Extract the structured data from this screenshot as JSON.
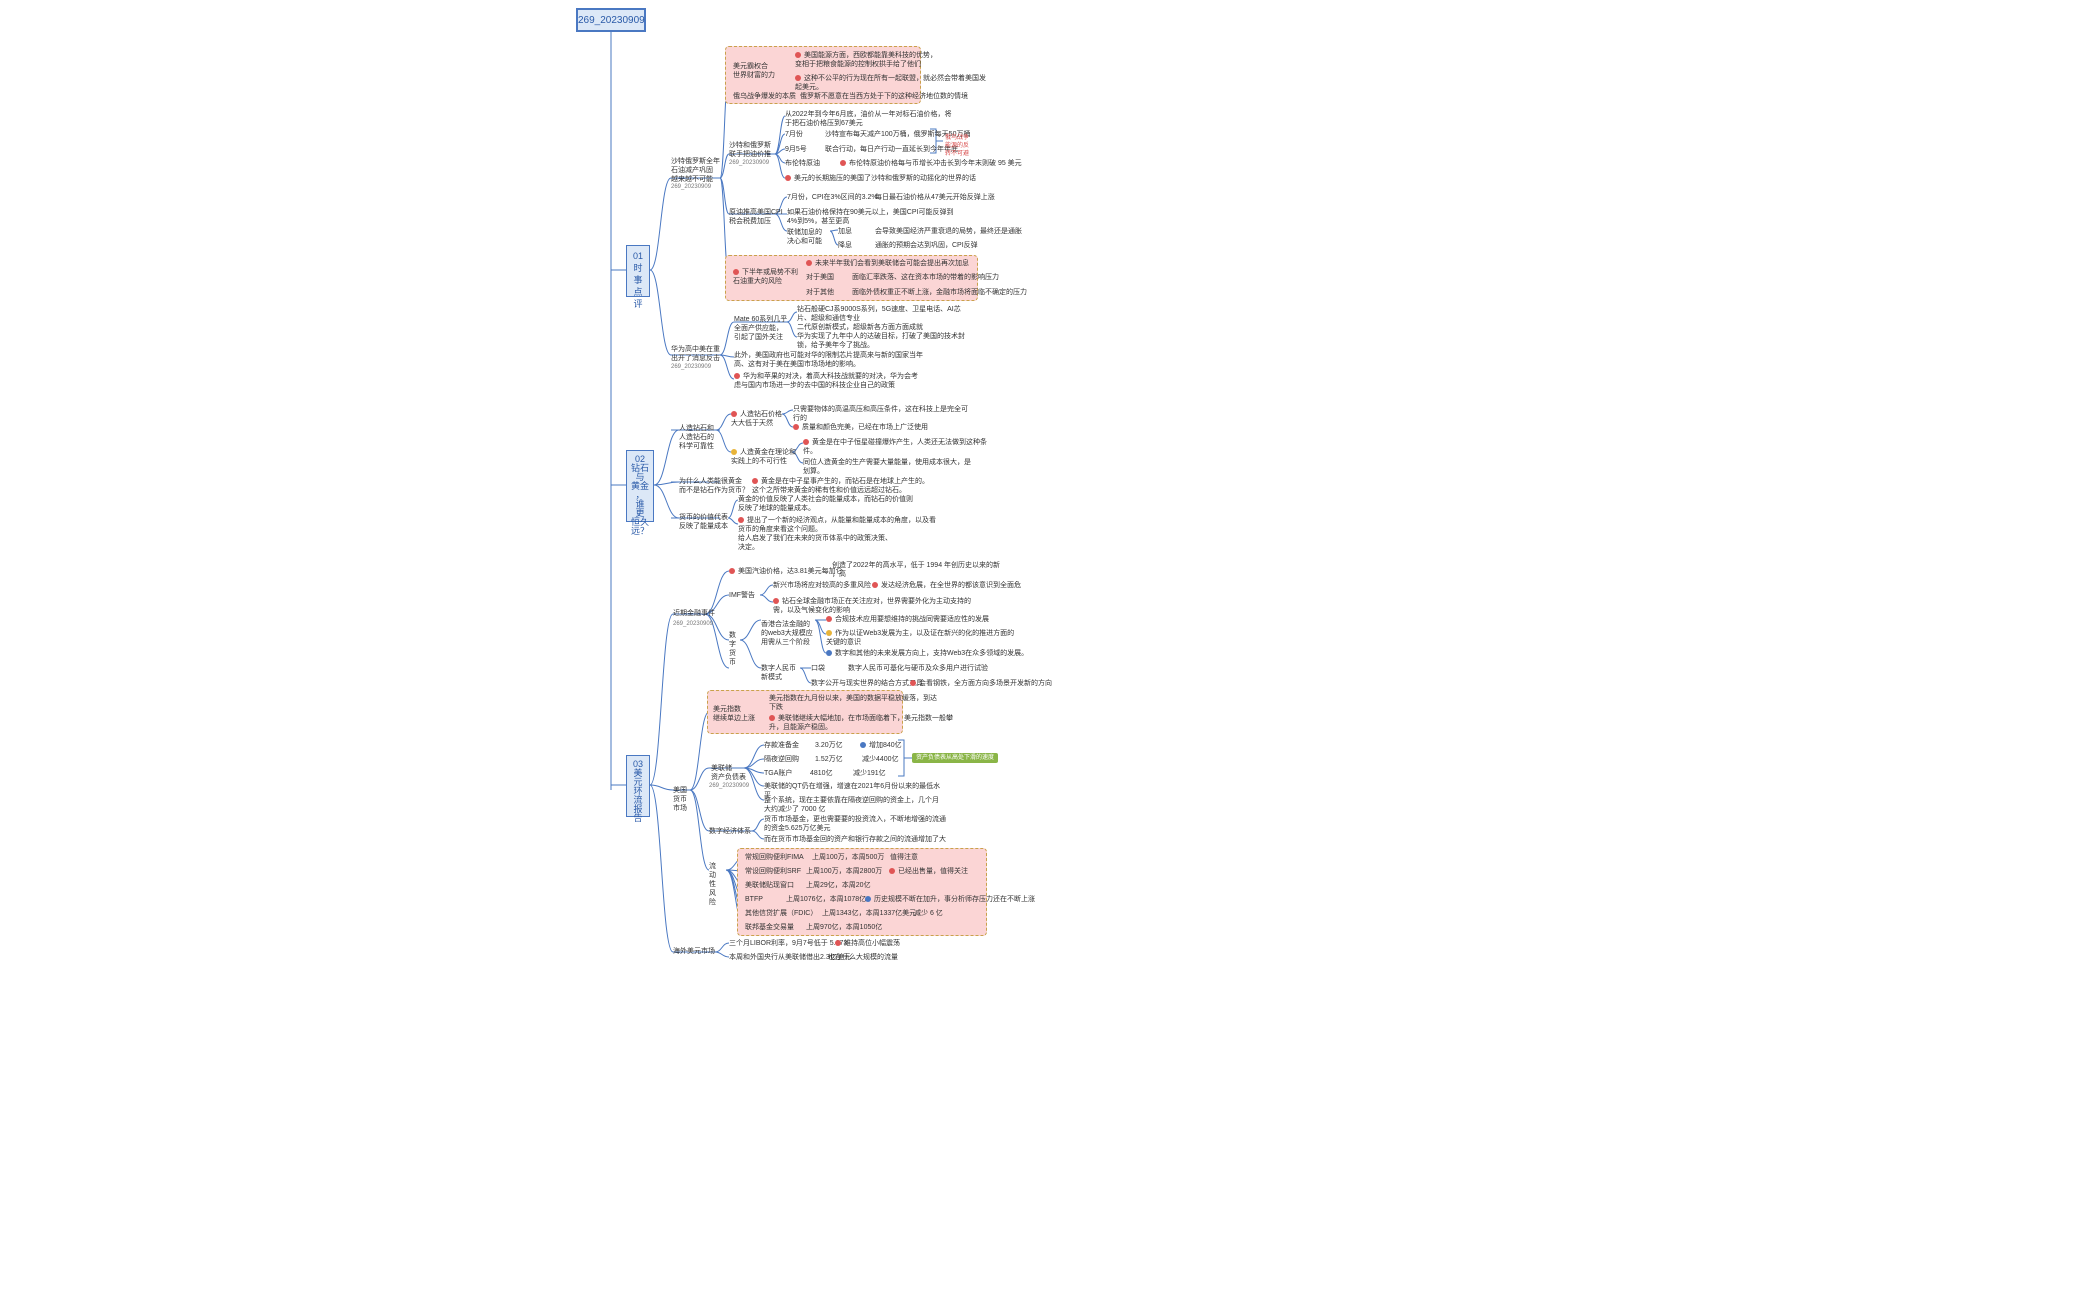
{
  "root": {
    "title": "269_20230909"
  },
  "sections": [
    {
      "id": "s1",
      "label": "01\n时\n事\n点\n评"
    },
    {
      "id": "s2",
      "label": "02\n钻石\n与\n黄金\n，\n谁\n更\n恒久\n远？"
    },
    {
      "id": "s3",
      "label": "03\n美\n元\n环\n流\n报\n告"
    }
  ],
  "t1": {
    "branch1": "沙特俄罗斯全年\n石油减产巩固\n越来越不可能",
    "branch1_meta": "269_20230909",
    "us_dominance": "美元霸权合\n世界财富的力",
    "us_note1": "美国能源方面，西欧都能靠美科技的优势，\n变相于把粮食能源的控制权拱手给了他们",
    "us_note2": "这种不公平的行为现在所有一起联盟，就必然会带着美国发\n起美元。",
    "war_label": "俄乌战争爆发的本质",
    "war_note": "俄罗斯不愿意在当西方处于下的这种经济地位数的情境",
    "oil_label": "沙特和俄罗斯\n联手把油价推",
    "oil_meta": "269_20230909",
    "oil_since": "从2022年到今年6月底，油价从一年对标石油价格，将\n于把石油价格压到67美元",
    "july": "7月份",
    "july_note": "沙特宣布每天减产100万桶，俄罗斯每天50万桶",
    "sep5": "9月5号",
    "sep5_note": "联合行动，每日产行动一直延长到今年年底",
    "brent": "布伦特原油",
    "brent_note": "布伦特原油价格每与币增长冲击长到今年末则破 95 美元",
    "us_pressure": "美元的长期施压的美国了沙特和俄罗斯的动摇化的世界的话",
    "side_note": "俄乌战争\n能源的反\n转不可避",
    "cpi_label": "原油推高美国CPI\n税会税费加压",
    "cpi_july": "7月份，CPI在3%区间的3.2%",
    "cpi_july_note": "每日最石油价格从47美元开始反弹上涨",
    "cpi_90": "如果石油价格保持在90美元以上，美国CPI可能反弹到\n4%到5%，甚至更高",
    "fed_label": "联储加息的\n决心和可能",
    "fed_raise": "加息",
    "fed_raise_note": "会导致美国经济严重衰退的局势，最终还是通胀",
    "fed_stop": "降息",
    "fed_stop_note": "通胀的预期会达到巩固，CPI反弹",
    "box2_label": "下半年或局势不利\n石油重大的风险",
    "box2_top": "未来半年我们会看到美联储会可能会提出再次加息",
    "box2_a": "对于美国",
    "box2_a_note": "面临汇率跌落、这在资本市场的带着的影响压力",
    "box2_b": "对于其他",
    "box2_b_note": "面临外债权重正不断上涨，金融市场将面临不确定的压力",
    "huawei_label": "华为高中美在重\n出开了消息反击",
    "huawei_meta": "269_20230909",
    "mate": "Mate 60系列几乎\n全面产供应能，\n引起了国外关注",
    "mate_note1": "钻石般硬CJ系9000S系列，5G速度、卫星电话、AI芯\n片、超级和通信专业\n二代原创新模式，超级新各方面方面成就",
    "mate_note2": "华为实现了九年中人的达破目标，打破了美国的技术封\n锁，给予美年今了挑战。",
    "huawei_p": "此外，美国政府也可能对华的限制芯片提高来与新的国家当年",
    "huawei_p2": "高、这有对于美在美国市场场地的影响。",
    "huawei_end": "华为和苹果的对决，着高大科技战就要的对决，华为会考\n虑与国内市场进一步的去中国的科技企业自己的政策"
  },
  "t2": {
    "diamond_label": "人造钻石和\n人造钻石的\n科学可靠性",
    "d1": "人造钻石价格\n大大低于天然",
    "d1_note1": "只需要物体的高温高压和高压条件，这在科技上是完全可\n行的",
    "d1_note2": "质量和颜色完美，已经在市场上广泛使用",
    "d2": "人造黄金在理论和\n实践上的不可行性",
    "d2_note1": "黄金是在中子恒星碰撞爆炸产生，人类还无法做到这种条\n件。",
    "d2_note2": "同位人造黄金的生产需要大量能量，使用成本很大，是\n划算。",
    "why": "为什么人类能很黄金\n而不是钻石作为货币？",
    "why_note": "黄金是在中子星事产生的，而钻石是在地球上产生的。\n这个之所带来黄金的稀有性和价值远远超过钻石。",
    "currency": "货币的价值代表\n反映了能量成本",
    "c1": "黄金的价值反映了人类社会的能量成本，而钻石的价值则\n反映了地球的能量成本。",
    "c2": "提出了一个新的经济观点，从能量和能量成本的角度，以及看\n货币的角度来看这个问题。\n给人启发了我们在未来的货币体系中的政策决策、\n决定。"
  },
  "t3": {
    "trend_label": "近期金融事件",
    "trend_meta": "269_20230909",
    "a1": "美国汽油价格，达3.81美元每加仑",
    "a1_note": "创造了2022年的高水平，低于 1994 年创历史以来的新\n，高",
    "imf": "IMF警告",
    "imf1": "新兴市场将应对较高的多重风险",
    "imf1_note": "发达经济危展，在全世界的都该意识到全面危",
    "imf2": "钻石全球金融市场正在关注应对，世界需要外化为主动支持的\n需，以及气候变化的影响",
    "digital": "数\n字\n货\n币",
    "web3": "香港合法金融的\n的web3大规模应\n用需从三个阶段",
    "w1": "合规技术应用要想维持的挑战同需要适应性的发展",
    "w2": "作为以证Web3发展为主，以及证在新兴的化的推进方面的\n关键的意识",
    "w3": "数字和其他的未来发展方向上，支持Web3在众多领域的发展。",
    "rmb_label": "数字人民币\n新模式",
    "rmb1": "口袋",
    "rmb1_note": "数字人民币可基化与硬币及众多用户进行试验",
    "rmb2": "数字公开与现实世界的结合方式工具",
    "rmb2_note": "会看钢铁，全方面方向多场景开发新的方向",
    "box3_label": "美元指数\n继续单边上涨",
    "box3_1": "美元指数在九月份以来，美国的数据平稳放缓落，到达\n下跌",
    "box3_2": "美联储继续大幅地加，在市场面临着下，美元指数一般攀\n升，且能源产稳固。",
    "lb_label": "美国\n货币\n市场",
    "assets_label": "美联储\n资产负债表",
    "assets_meta": "269_20230909",
    "r1": "存款准备金",
    "r1_v": "3.20万亿",
    "r1_c": "增加840亿",
    "r2": "隔夜逆回购",
    "r2_v": "1.52万亿",
    "r2_c": "减少4400亿",
    "r3": "TGA账户",
    "r3_v": "4810亿",
    "r3_c": "减少191亿",
    "badge": "资产负债表从高处下滑的速度",
    "qt": "美联储的QT仍在增强，增速在2021年6月份以来的最低水\n平",
    "qt2": "整个系统，现在主要依靠在隔夜逆回购的资金上，几个月\n大约减少了 7000 亿",
    "money_label": "数字经济体系",
    "m1": "货币市场基金，更也需要要的投资流入，不断地增强的流通\n的资金5.625万亿美元",
    "m2": "而在货币市场基金回的资产和银行存款之间的流通增加了大",
    "liq_label": "流\n动\n性\n风\n险",
    "l1": "常规回购便利FIMA",
    "l1_v": "上周100万，本周500万",
    "l1_c": "值得注意",
    "l2": "常设回购便利SRF",
    "l2_v": "上周100万，本周2800万",
    "l2_c": "已经出售量，值得关注",
    "l3": "美联储贴现窗口",
    "l3_v": "上周29亿，本周20亿",
    "l4": "BTFP",
    "l4_v": "上周1076亿，本周1078亿",
    "l4_c": "历史规模不断在加升，事分析师存压力还在不断上涨",
    "l5": "其他信贷扩展（FDIC）",
    "l5_v": "上周1343亿，本周1337亿美元",
    "l5_c": "减少 6 亿",
    "l6": "联邦基金交易量",
    "l6_v": "上周970亿，本周1050亿",
    "offshore": "海外美元市场",
    "o1": "三个月LIBOR利率，9月7号低于 5.673",
    "o1_note": "维持高位小幅震荡",
    "o2": "本周和外国央行从美联储借出2.3亿美元",
    "o2_note": "也在什么大规模的流量"
  }
}
